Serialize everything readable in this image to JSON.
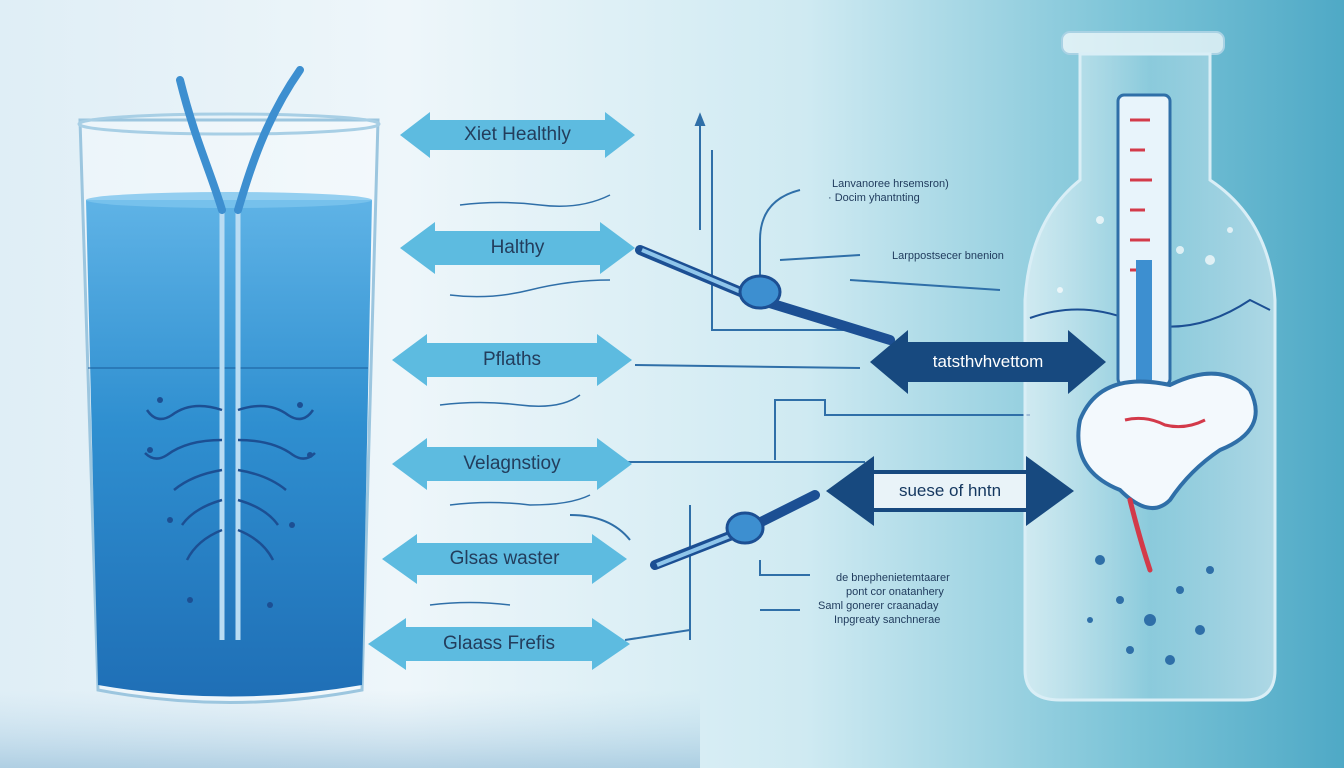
{
  "labels": {
    "arrow_1": "Xiet Healthly",
    "arrow_2": "Halthy",
    "arrow_3": "Pflaths",
    "arrow_4": "Velagnstioy",
    "arrow_5": "Glsas waster",
    "arrow_6": "Glaass Frefis"
  },
  "big_arrows": {
    "upper": "tatsthvhvettom",
    "lower": "suese of hntn"
  },
  "callouts": {
    "top_1": "Lanvanoree hrsemsron)",
    "top_2": "· Docim yhantnting",
    "mid": "Larppostsecer bnenion",
    "bottom_1": "de bnephenietemtaarer",
    "bottom_2": "pont cor onatanhery",
    "bottom_3": "Saml gonerer craanaday",
    "bottom_4": "Inpgreaty sanchnerae"
  },
  "colors": {
    "water": "#2f8fd0",
    "arrow_light": "#5dbbe0",
    "arrow_dark": "#17497f",
    "line": "#2f6fa8"
  }
}
